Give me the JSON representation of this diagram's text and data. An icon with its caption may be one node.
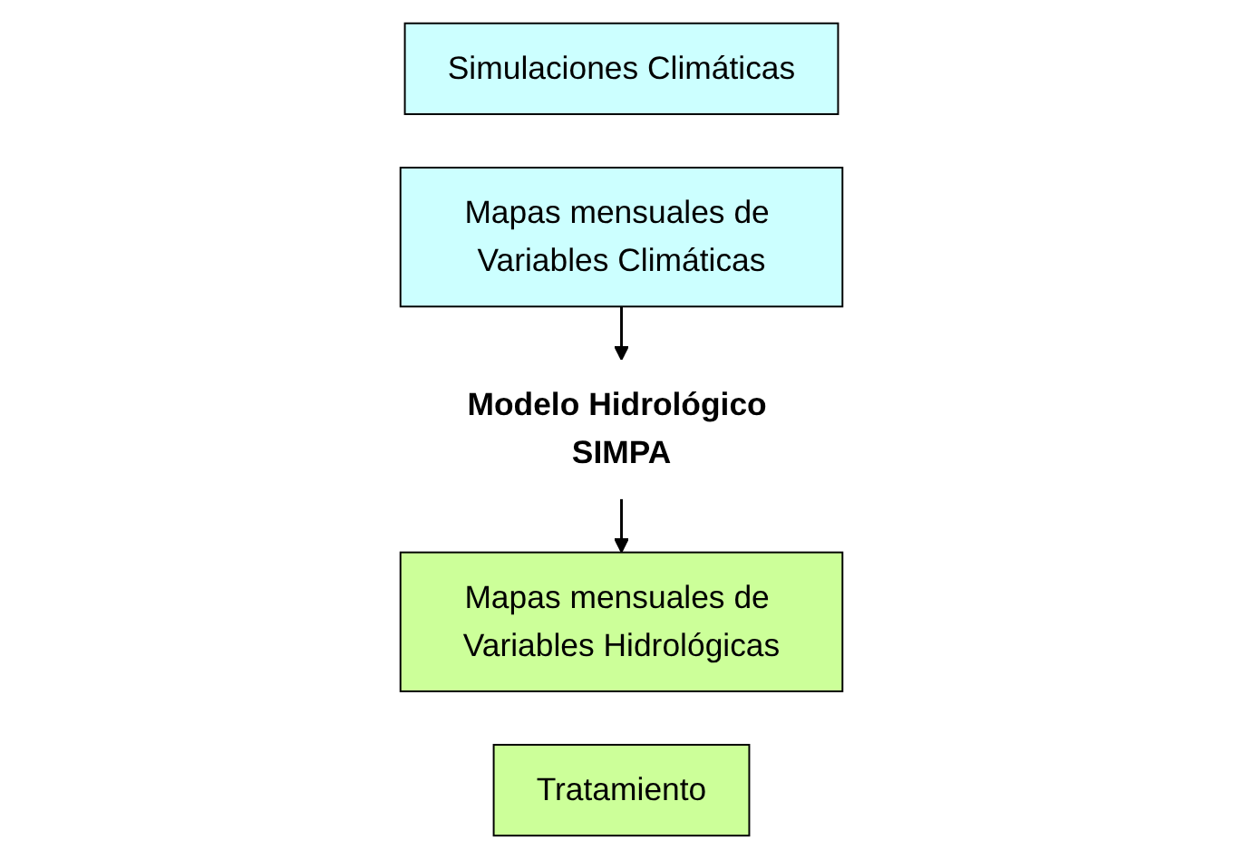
{
  "diagram": {
    "nodes": [
      {
        "text": [
          "Simulaciones Climáticas"
        ]
      },
      {
        "text": [
          "Mapas mensuales de Variables Climáticas"
        ]
      },
      {
        "text": [
          "Modelo Hidrológico SIMPA"
        ]
      },
      {
        "text": [
          "Mapas mensuales de Variables Hidrológicas"
        ]
      },
      {
        "text": [
          "Tratamiento"
        ]
      }
    ],
    "edges": [
      {
        "from": 1,
        "to": 2,
        "arrow": "to"
      },
      {
        "from": 2,
        "to": 3,
        "arrow": "to"
      }
    ]
  }
}
